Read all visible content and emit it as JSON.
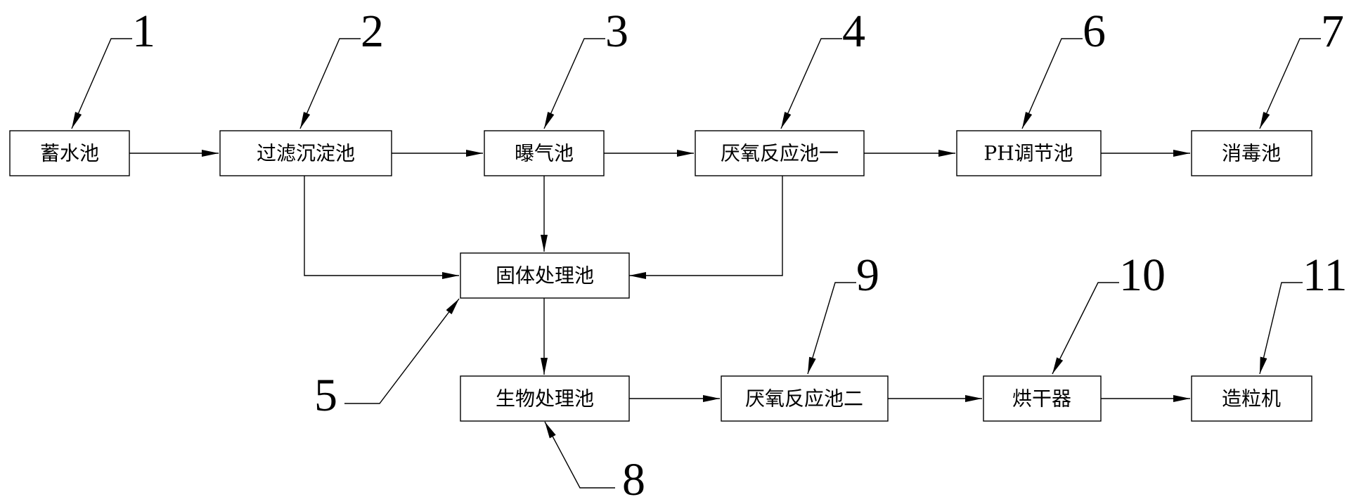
{
  "diagram": {
    "nodes": {
      "n1": "蓄水池",
      "n2": "过滤沉淀池",
      "n3": "曝气池",
      "n4": "厌氧反应池一",
      "n5": "固体处理池",
      "n6": "PH调节池",
      "n7": "消毒池",
      "n8": "生物处理池",
      "n9": "厌氧反应池二",
      "n10": "烘干器",
      "n11": "造粒机"
    },
    "callouts": {
      "c1": "1",
      "c2": "2",
      "c3": "3",
      "c4": "4",
      "c5": "5",
      "c6": "6",
      "c7": "7",
      "c8": "8",
      "c9": "9",
      "c10": "10",
      "c11": "11"
    },
    "edges": [
      {
        "from": "蓄水池",
        "to": "过滤沉淀池"
      },
      {
        "from": "过滤沉淀池",
        "to": "曝气池"
      },
      {
        "from": "曝气池",
        "to": "厌氧反应池一"
      },
      {
        "from": "厌氧反应池一",
        "to": "PH调节池"
      },
      {
        "from": "PH调节池",
        "to": "消毒池"
      },
      {
        "from": "过滤沉淀池",
        "to": "固体处理池"
      },
      {
        "from": "曝气池",
        "to": "固体处理池"
      },
      {
        "from": "厌氧反应池一",
        "to": "固体处理池"
      },
      {
        "from": "固体处理池",
        "to": "生物处理池"
      },
      {
        "from": "生物处理池",
        "to": "厌氧反应池二"
      },
      {
        "from": "厌氧反应池二",
        "to": "烘干器"
      },
      {
        "from": "烘干器",
        "to": "造粒机"
      }
    ]
  }
}
